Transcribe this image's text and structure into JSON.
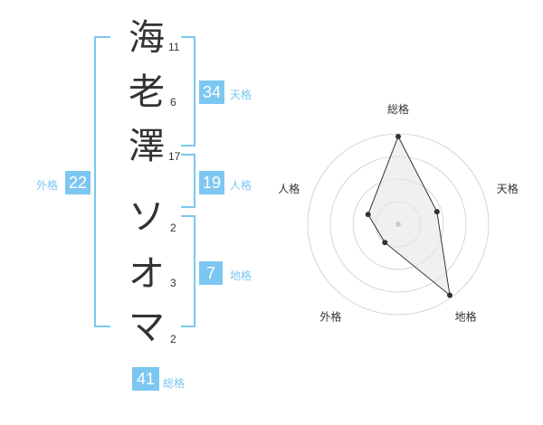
{
  "name": {
    "surname": [
      {
        "char": "海",
        "strokes": "11"
      },
      {
        "char": "老",
        "strokes": "6"
      },
      {
        "char": "澤",
        "strokes": "17"
      }
    ],
    "given": [
      {
        "char": "ソ",
        "strokes": "2"
      },
      {
        "char": "オ",
        "strokes": "3"
      },
      {
        "char": "マ",
        "strokes": "2"
      }
    ]
  },
  "scores": {
    "tenkaku": {
      "value": "34",
      "label": "天格"
    },
    "jinkaku": {
      "value": "19",
      "label": "人格"
    },
    "chikaku": {
      "value": "7",
      "label": "地格"
    },
    "gaikaku": {
      "value": "22",
      "label": "外格"
    },
    "soukaku": {
      "value": "41",
      "label": "総格"
    }
  },
  "chart_data": {
    "type": "radar",
    "axes": [
      "総格",
      "天格",
      "地格",
      "外格",
      "人格"
    ],
    "values": [
      0.97,
      0.45,
      0.97,
      0.25,
      0.35
    ],
    "rings": 4,
    "colors": {
      "line": "#333333",
      "fill": "#e6e6e6",
      "rings": "#cccccc",
      "accent": "#7cc7f1"
    }
  }
}
